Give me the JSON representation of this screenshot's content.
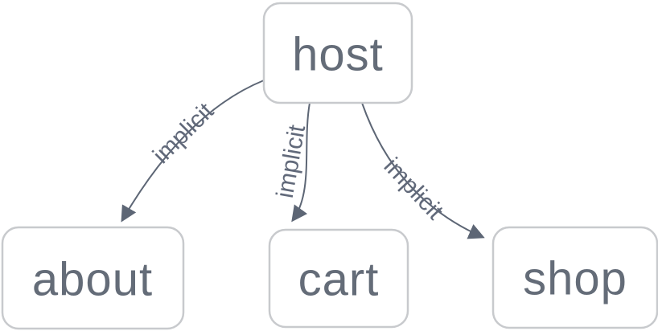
{
  "diagram": {
    "type": "graph",
    "background": "#ffffff",
    "nodes": [
      {
        "id": "host",
        "label": "host"
      },
      {
        "id": "about",
        "label": "about"
      },
      {
        "id": "cart",
        "label": "cart"
      },
      {
        "id": "shop",
        "label": "shop"
      }
    ],
    "edges": [
      {
        "from": "host",
        "to": "about",
        "label": "implicit"
      },
      {
        "from": "host",
        "to": "cart",
        "label": "implicit"
      },
      {
        "from": "host",
        "to": "shop",
        "label": "implicit"
      }
    ],
    "theme": {
      "node_fill": "#ffffff",
      "node_border_color": "#c8cacd",
      "node_text_color": "#646c78",
      "edge_color": "#5d6675",
      "edge_label_color": "#61697a"
    }
  }
}
